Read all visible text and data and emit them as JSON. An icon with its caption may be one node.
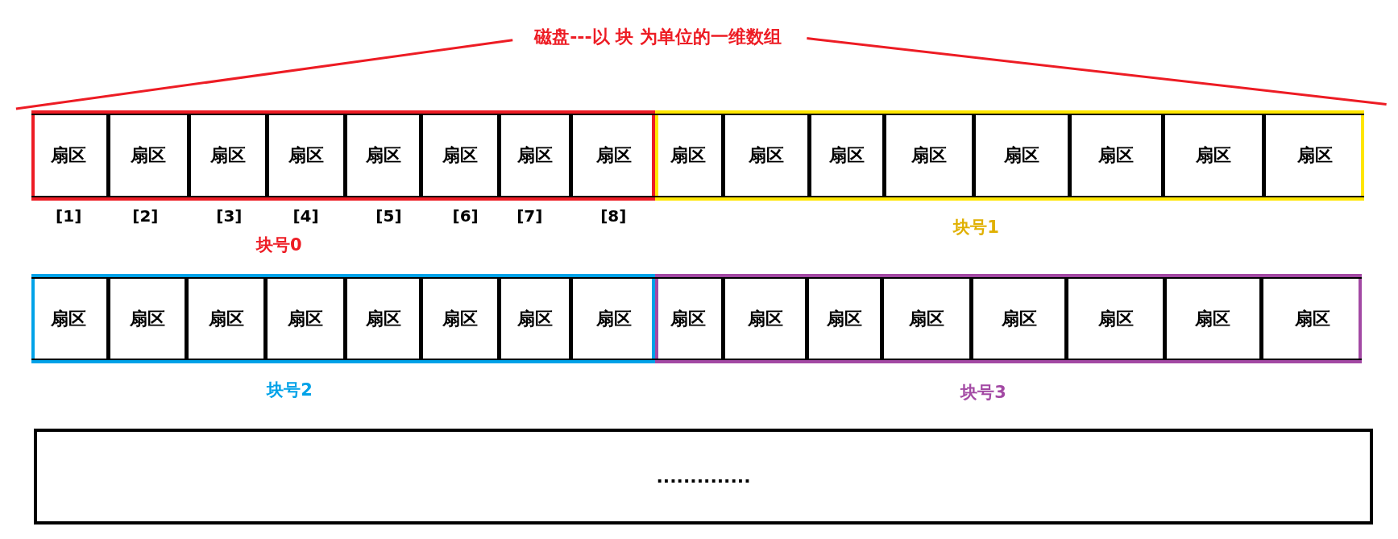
{
  "diagram": {
    "title": "磁盘---以 块 为单位的一维数组",
    "nodes": [
      {
        "text": [],
        "shape": "box",
        "beside": [
          "块号0"
        ]
      },
      {
        "text": [
          "扇区"
        ],
        "in": 0
      },
      {
        "text": [
          "扇区"
        ],
        "in": 0
      },
      {
        "text": [
          "扇区"
        ],
        "in": 0
      },
      {
        "text": [
          "扇区"
        ],
        "in": 0
      },
      {
        "text": [
          "扇区"
        ],
        "in": 0
      },
      {
        "text": [
          "扇区"
        ],
        "in": 0
      },
      {
        "text": [
          "扇区"
        ],
        "in": 0
      },
      {
        "text": [
          "扇区"
        ],
        "in": 0
      },
      {
        "text": [],
        "shape": "box",
        "beside": [
          "块号1"
        ]
      },
      {
        "text": [
          "扇区"
        ],
        "in": 9
      },
      {
        "text": [
          "扇区"
        ],
        "in": 9
      },
      {
        "text": [
          "扇区"
        ],
        "in": 9
      },
      {
        "text": [
          "扇区"
        ],
        "in": 9
      },
      {
        "text": [
          "扇区"
        ],
        "in": 9
      },
      {
        "text": [
          "扇区"
        ],
        "in": 9
      },
      {
        "text": [
          "扇区"
        ],
        "in": 9
      },
      {
        "text": [
          "扇区"
        ],
        "in": 9
      },
      {
        "text": [],
        "shape": "box",
        "beside": [
          "块号2"
        ]
      },
      {
        "text": [
          "扇区"
        ],
        "in": 18
      },
      {
        "text": [
          "扇区"
        ],
        "in": 18
      },
      {
        "text": [
          "扇区"
        ],
        "in": 18
      },
      {
        "text": [
          "扇区"
        ],
        "in": 18
      },
      {
        "text": [
          "扇区"
        ],
        "in": 18
      },
      {
        "text": [
          "扇区"
        ],
        "in": 18
      },
      {
        "text": [
          "扇区"
        ],
        "in": 18
      },
      {
        "text": [
          "扇区"
        ],
        "in": 18
      },
      {
        "text": [],
        "shape": "box",
        "beside": [
          "块号3"
        ]
      },
      {
        "text": [
          "扇区"
        ],
        "in": 27
      },
      {
        "text": [
          "扇区"
        ],
        "in": 27
      },
      {
        "text": [
          "扇区"
        ],
        "in": 27
      },
      {
        "text": [
          "扇区"
        ],
        "in": 27
      },
      {
        "text": [
          "扇区"
        ],
        "in": 27
      },
      {
        "text": [
          "扇区"
        ],
        "in": 27
      },
      {
        "text": [
          "扇区"
        ],
        "in": 27
      },
      {
        "text": [
          "扇区"
        ],
        "in": 27
      },
      {
        "text": [
          ".............."
        ]
      }
    ],
    "labels": [
      "[1]",
      "[2]",
      "[3]",
      "[4]",
      "[5]",
      "[6]",
      "[7]",
      "[8]"
    ]
  }
}
